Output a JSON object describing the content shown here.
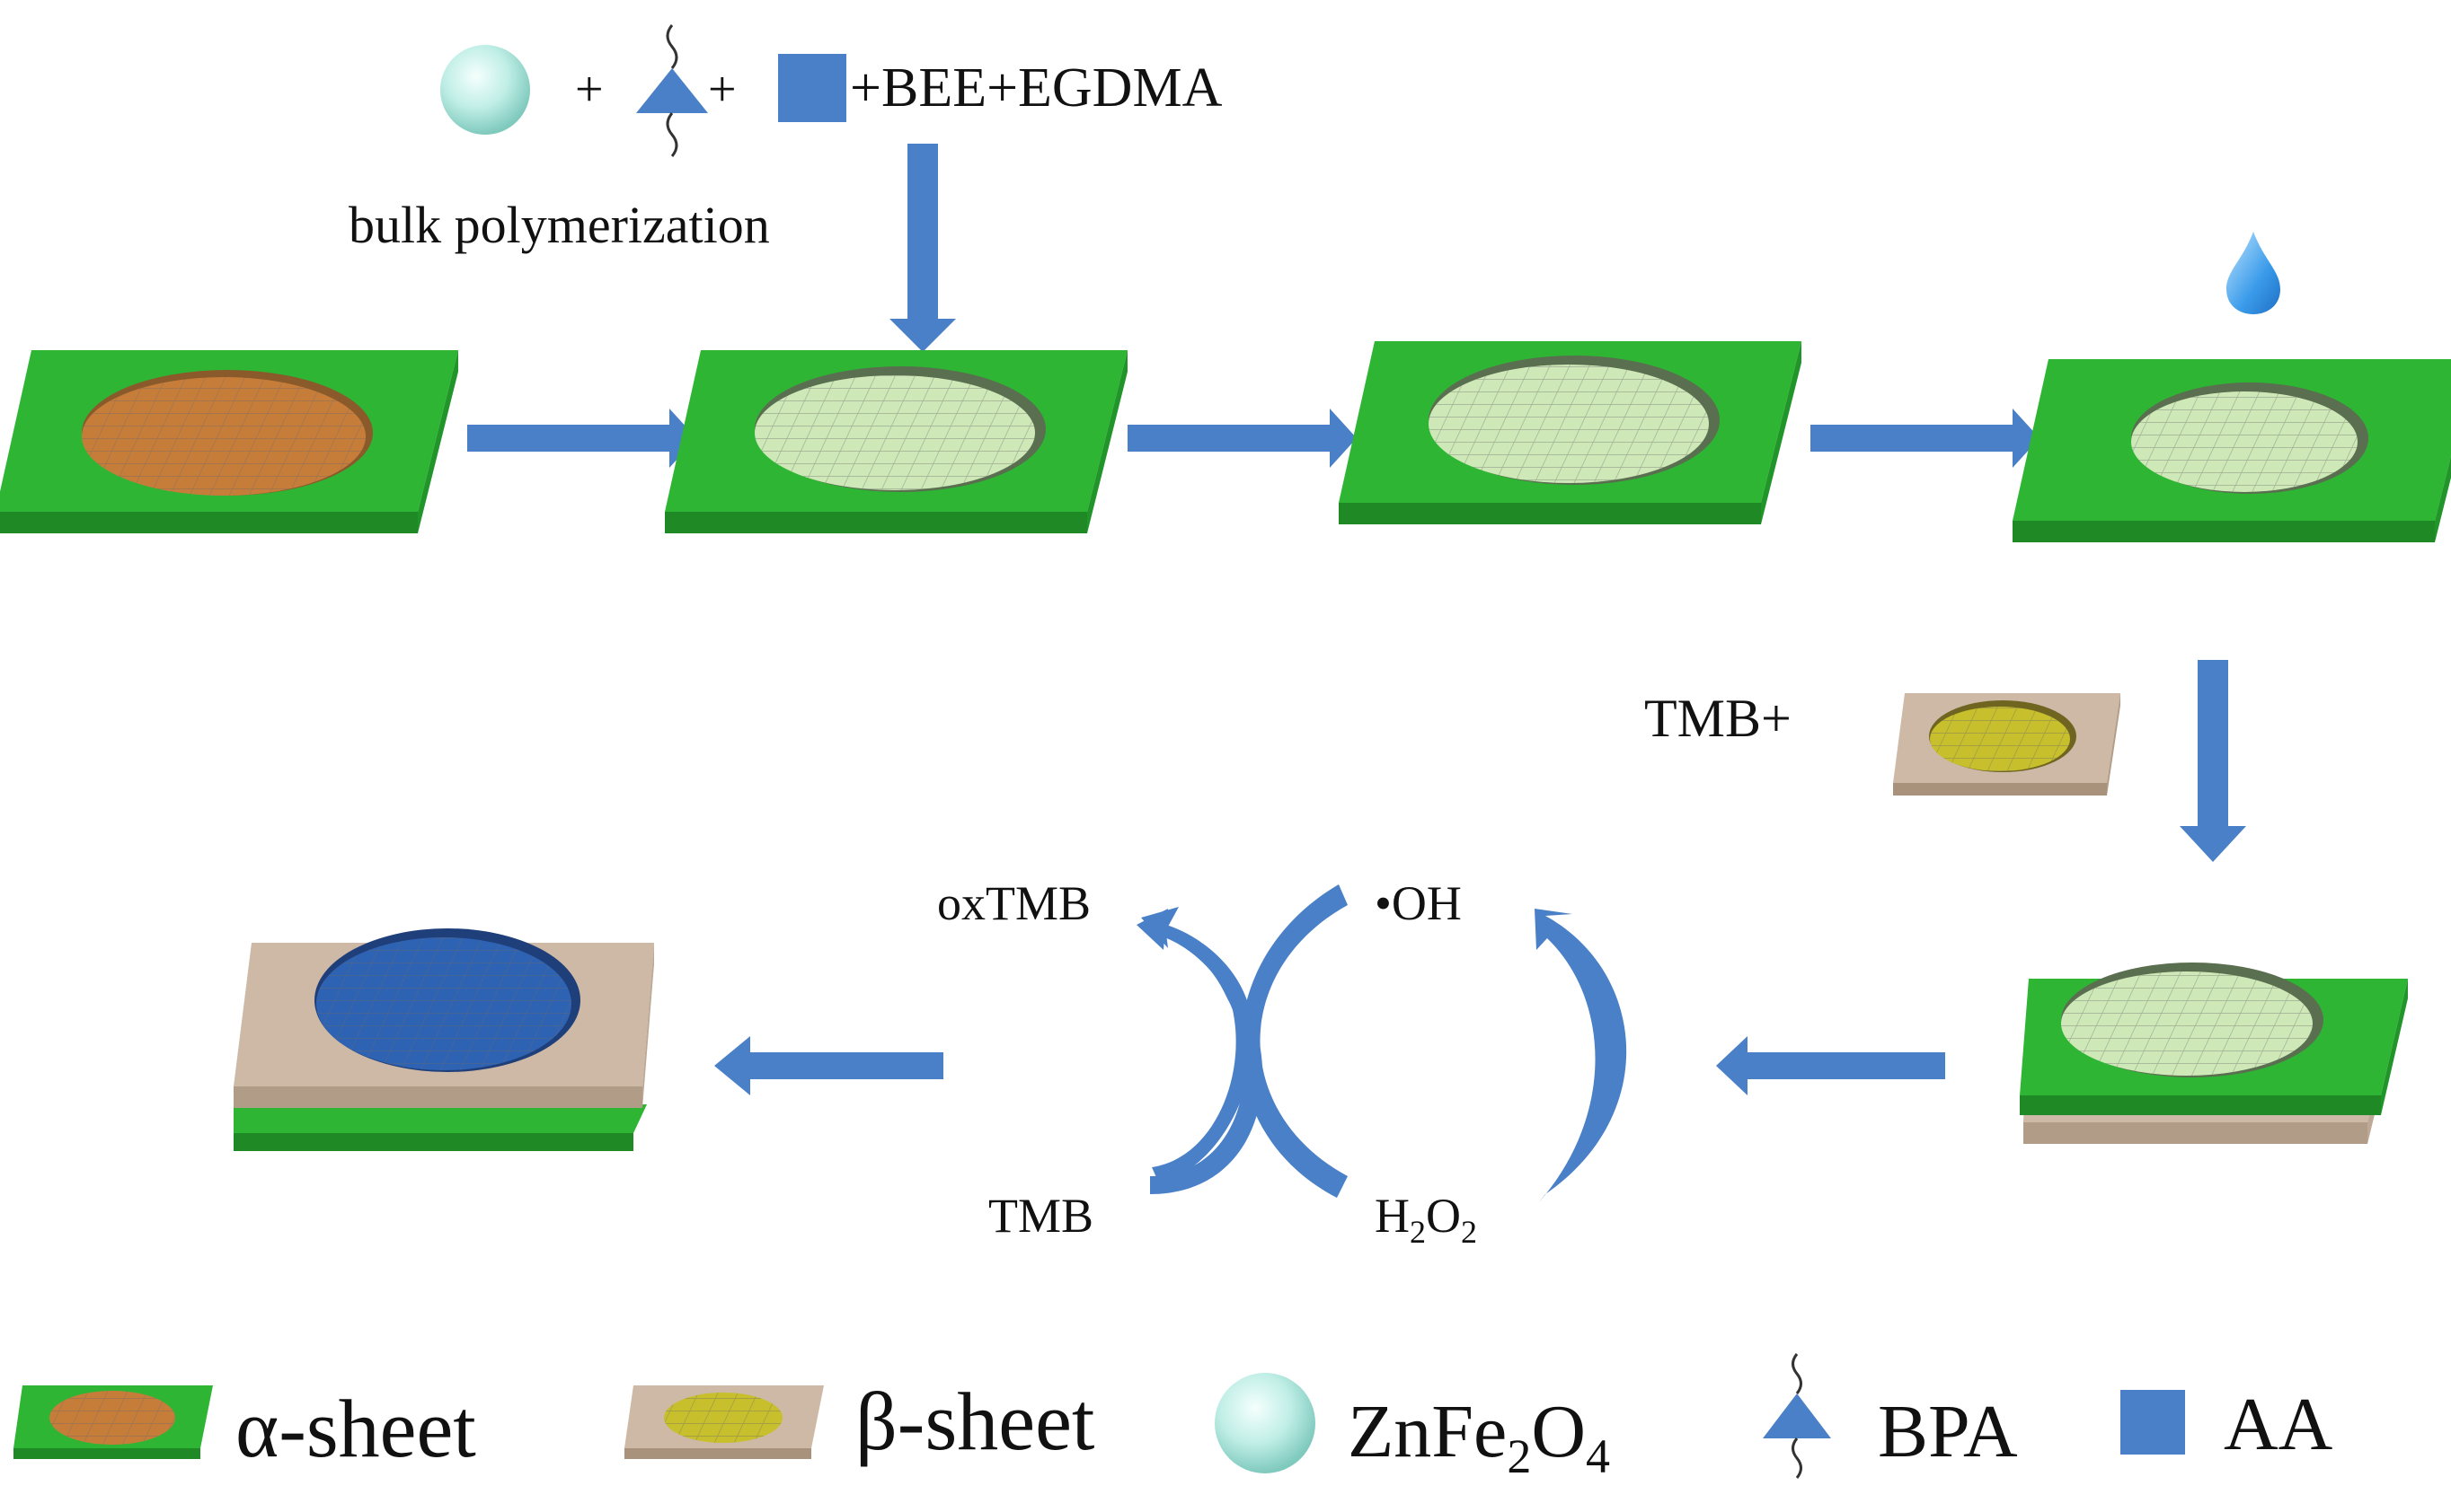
{
  "diagram": {
    "top_formula": {
      "plus_1": "+",
      "plus_2": "+",
      "plus_3": "+",
      "monomers": "+BEE+EGDMA"
    },
    "step_label": "bulk polymerization",
    "tmb_plus": "TMB+",
    "cycle": {
      "oxtmb": "oxTMB",
      "oh": "•OH",
      "tmb": "TMB",
      "h2o2_h": "H",
      "h2o2_2a": "2",
      "h2o2_o": "O",
      "h2o2_2b": "2"
    }
  },
  "legend": {
    "alpha_sheet": "α-sheet",
    "beta_sheet": "β-sheet",
    "zn_prefix": "ZnFe",
    "zn_sub1": "2",
    "zn_o": "O",
    "zn_sub2": "4",
    "bpa": "BPA",
    "aa": "AA"
  },
  "colors": {
    "arrow": "#4a80c8",
    "green_sheet": "#2fb534",
    "beige_sheet": "#cdb9a6",
    "orange_well": "#c77d3a",
    "pale_green_well": "#cfe8b8",
    "yellow_well": "#c7c02c",
    "blue_well": "#2e62b3",
    "sphere": "#bfeee6",
    "shape_blue": "#4a80c8"
  },
  "icons": [
    "sphere-icon",
    "bpa-triangle-icon",
    "aa-square-icon",
    "droplet-icon"
  ]
}
